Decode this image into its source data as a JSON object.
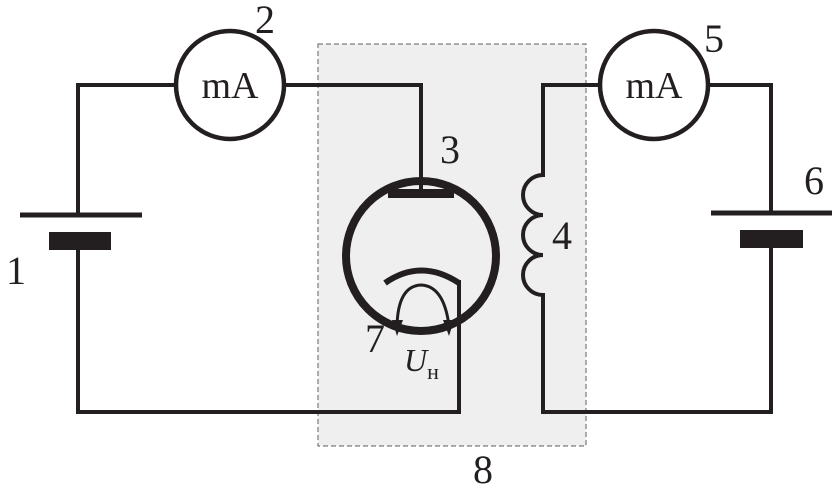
{
  "components": {
    "battery_left_label": "1",
    "ammeter_left": {
      "text": "mA",
      "number": "2"
    },
    "tube_label": "3",
    "coil_label": "4",
    "ammeter_right": {
      "text": "mA",
      "number": "5"
    },
    "battery_right_label": "6",
    "filament_label": "7",
    "filament_voltage": {
      "symbol": "U",
      "subscript": "н"
    },
    "enclosure_label": "8"
  },
  "colors": {
    "line": "#231f20",
    "enclosure_fill": "#efefef",
    "enclosure_border": "#7a7a7a",
    "background": "#ffffff"
  }
}
